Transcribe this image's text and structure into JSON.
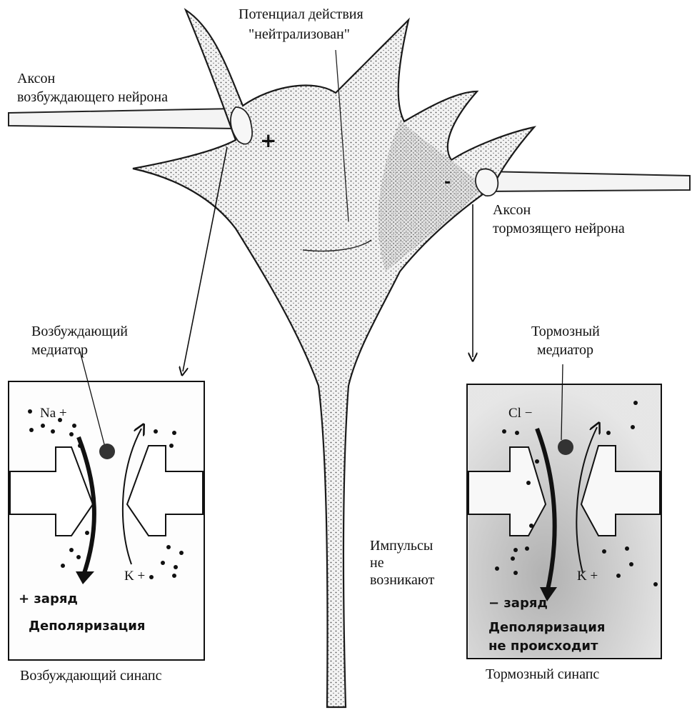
{
  "soma": {
    "ap_line1": "Потенциал действия",
    "ap_line2": "\"нейтрализован\"",
    "plus_sign": "+",
    "minus_sign": "-"
  },
  "excitatory_axon": {
    "line1": "Аксон",
    "line2": "возбуждающего нейрона"
  },
  "inhibitory_axon": {
    "line1": "Аксон",
    "line2": "тормозящего нейрона"
  },
  "excitatory_synapse": {
    "mediator_line1": "Возбуждающий",
    "mediator_line2": "медиатор",
    "ion_in": "Na +",
    "ion_out": "K +",
    "charge": "+ заряд",
    "result": "Деполяризация",
    "caption": "Возбуждающий синапс"
  },
  "inhibitory_synapse": {
    "mediator_line1": "Тормозный",
    "mediator_line2": "медиатор",
    "ion_in": "Cl −",
    "ion_out": "K +",
    "charge": "− заряд",
    "result_line1": "Деполяризация",
    "result_line2": "не происходит",
    "caption": "Тормозный синапс"
  },
  "impulse_note": {
    "line1": "Импульсы",
    "line2": "не",
    "line3": "возникают"
  }
}
